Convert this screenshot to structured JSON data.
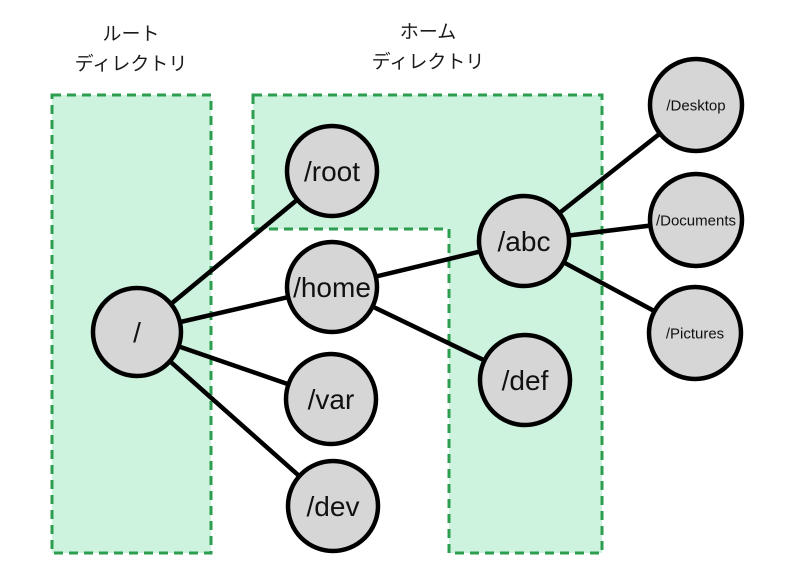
{
  "diagram": {
    "title_implicit": "filesystem-directory-tree",
    "colors": {
      "background": "#ffffff",
      "region_fill": "#cdf2de",
      "region_border": "#2d9e50",
      "node_fill": "#d6d6d6",
      "node_border": "#000000",
      "edge": "#000000",
      "text": "#111111"
    },
    "regions": [
      {
        "id": "root-directory",
        "label_line1": "ルート",
        "label_line2": "ディレクトリ"
      },
      {
        "id": "home-directory",
        "label_line1": "ホーム",
        "label_line2": "ディレクトリ"
      }
    ],
    "nodes": [
      {
        "id": "root",
        "label": "/"
      },
      {
        "id": "slashroot",
        "label": "/root"
      },
      {
        "id": "home",
        "label": "/home"
      },
      {
        "id": "var",
        "label": "/var"
      },
      {
        "id": "dev",
        "label": "/dev"
      },
      {
        "id": "abc",
        "label": "/abc"
      },
      {
        "id": "def",
        "label": "/def"
      },
      {
        "id": "desktop",
        "label": "/Desktop"
      },
      {
        "id": "documents",
        "label": "/Documents"
      },
      {
        "id": "pictures",
        "label": "/Pictures"
      }
    ],
    "edges": [
      {
        "from": "/",
        "to": "/root"
      },
      {
        "from": "/",
        "to": "/home"
      },
      {
        "from": "/",
        "to": "/var"
      },
      {
        "from": "/",
        "to": "/dev"
      },
      {
        "from": "/home",
        "to": "/abc"
      },
      {
        "from": "/home",
        "to": "/def"
      },
      {
        "from": "/abc",
        "to": "/Desktop"
      },
      {
        "from": "/abc",
        "to": "/Documents"
      },
      {
        "from": "/abc",
        "to": "/Pictures"
      }
    ]
  }
}
